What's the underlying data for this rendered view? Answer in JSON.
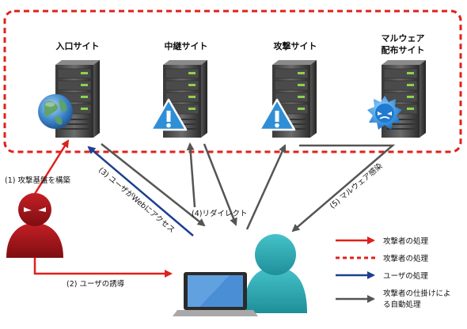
{
  "sites": [
    {
      "name": "入口サイト",
      "badge": "globe-icon"
    },
    {
      "name": "中継サイト",
      "badge": "warning-icon"
    },
    {
      "name": "攻撃サイト",
      "badge": "warning-icon"
    },
    {
      "name_line1": "マルウェア",
      "name_line2": "配布サイト",
      "badge": "virus-icon"
    }
  ],
  "steps": {
    "s1": "(1) 攻撃基盤を構築",
    "s2": "(2) ユーザの誘導",
    "s3": "(3) ユーザがWebにアクセス",
    "s4": "(4)リダイレクト",
    "s5": "(5) マルウェア感染"
  },
  "legend": {
    "l1": "攻撃者の処理",
    "l2": "攻撃者の処理",
    "l3": "ユーザの処理",
    "l4_line1": "攻撃者の仕掛けによ",
    "l4_line2": "る自動処理"
  },
  "colors": {
    "attacker": "#e0201c",
    "user": "#1d3f8f",
    "auto": "#555555",
    "user_figure": "#2aa9b3",
    "attacker_figure": "#a3141a"
  }
}
